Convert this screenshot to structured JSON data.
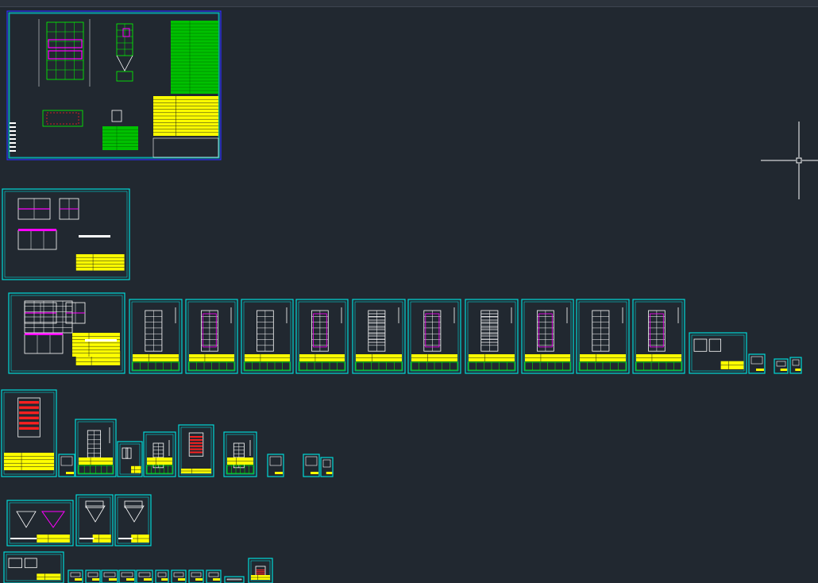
{
  "app": {
    "view": "model-space",
    "background_color": "#212830",
    "colors": {
      "frame": "#00d8d8",
      "frame_selected": "#2d2dff",
      "geometry": "#00ff00",
      "text_white": "#ffffff",
      "title_block_fill": "#ffff00",
      "highlight_magenta": "#ff00ff",
      "highlight_red": "#ff2020"
    }
  },
  "cursor": {
    "type": "crosshair-icon"
  },
  "drawing_sheets": {
    "count": 44,
    "rows": 6
  }
}
